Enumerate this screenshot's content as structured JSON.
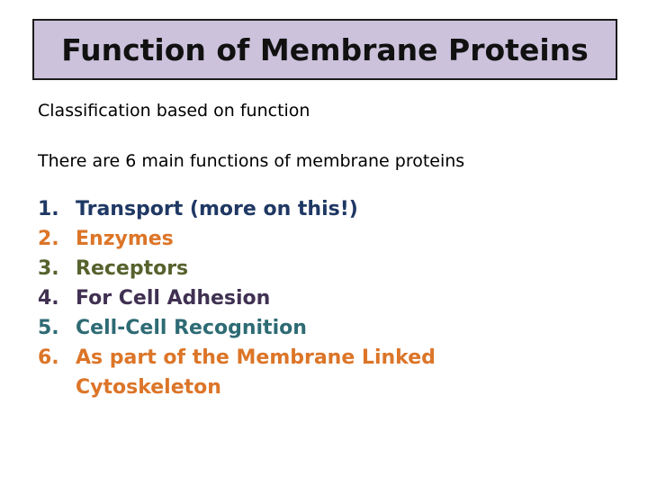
{
  "slide": {
    "title": "Function of Membrane Proteins",
    "intro": {
      "line1": "Classification based on function",
      "line2": "There are 6 main functions of membrane proteins"
    },
    "list": {
      "items": [
        {
          "number": "1.",
          "text": "Transport (more on this!)",
          "color": "#1F3864"
        },
        {
          "number": "2.",
          "text": "Enzymes",
          "color": "#DC7528"
        },
        {
          "number": "3.",
          "text": "Receptors",
          "color": "#56622D"
        },
        {
          "number": "4.",
          "text": "For Cell Adhesion",
          "color": "#403152"
        },
        {
          "number": "5.",
          "text": "Cell-Cell Recognition",
          "color": "#2E6B74"
        },
        {
          "number": "6.",
          "text": "As part of the Membrane Linked Cytoskeleton",
          "color": "#DC7528"
        }
      ]
    },
    "colors": {
      "slide_bg": "#FFFFFF",
      "title_box_bg": "#CCC2DC",
      "title_box_border": "#1C1C1C",
      "title_text": "#111111",
      "body_text": "#000000"
    }
  }
}
